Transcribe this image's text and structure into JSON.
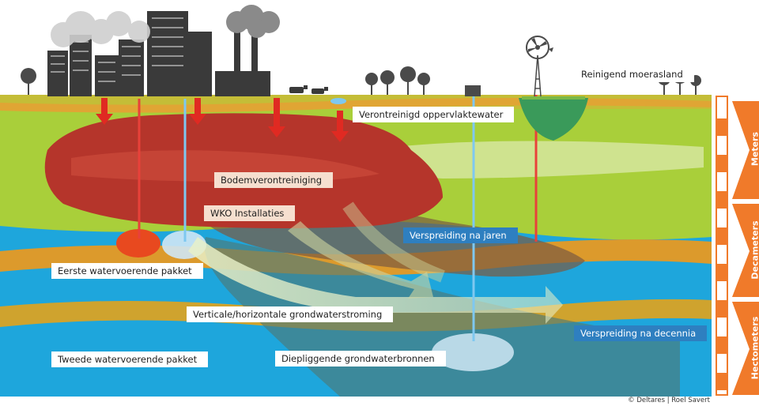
{
  "labels": {
    "reinigend": "Reinigend moerasland",
    "oppervlaktewater": "Verontreinigd oppervlaktewater",
    "bodem": "Bodemverontreiniging",
    "wko": "WKO Installaties",
    "jaren": "Verspreiding na jaren",
    "eerste": "Eerste watervoerende pakket",
    "stroming": "Verticale/horizontale grondwaterstroming",
    "decennia": "Verspreiding na decennia",
    "tweede": "Tweede watervoerende pakket",
    "diep": "Diepliggende grondwaterbronnen"
  },
  "scale": {
    "meters": "Meters",
    "decameters": "Decameters",
    "hectometers": "Hectometers"
  },
  "credit": "© Deltares | Roel Savert",
  "colors": {
    "surface": "#c8c93a",
    "green_layer": "#9cc93a",
    "water_layer": "#1ea6dc",
    "clay_layer": "#d89a2a",
    "pollution": "#c0392b",
    "scale_orange": "#f07a2a"
  }
}
